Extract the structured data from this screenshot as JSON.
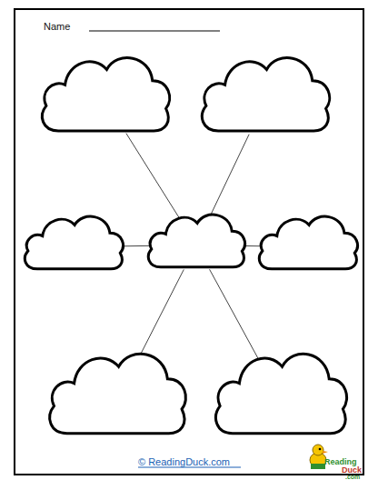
{
  "diagram": {
    "nodes": [
      {
        "text": []
      },
      {
        "text": []
      },
      {
        "text": []
      },
      {
        "text": []
      },
      {
        "text": []
      },
      {
        "text": []
      },
      {
        "text": []
      }
    ],
    "edges": [
      {
        "from": 3,
        "to": 0,
        "arrow": "none"
      },
      {
        "from": 3,
        "to": 1,
        "arrow": "none"
      },
      {
        "from": 3,
        "to": 2,
        "arrow": "none"
      },
      {
        "from": 3,
        "to": 4,
        "arrow": "none"
      },
      {
        "from": 3,
        "to": 5,
        "arrow": "none"
      },
      {
        "from": 3,
        "to": 6,
        "arrow": "none"
      }
    ],
    "labels": [
      "Name",
      "© ReadingDuck.com",
      "Reading",
      "Duck",
      ".com"
    ]
  }
}
